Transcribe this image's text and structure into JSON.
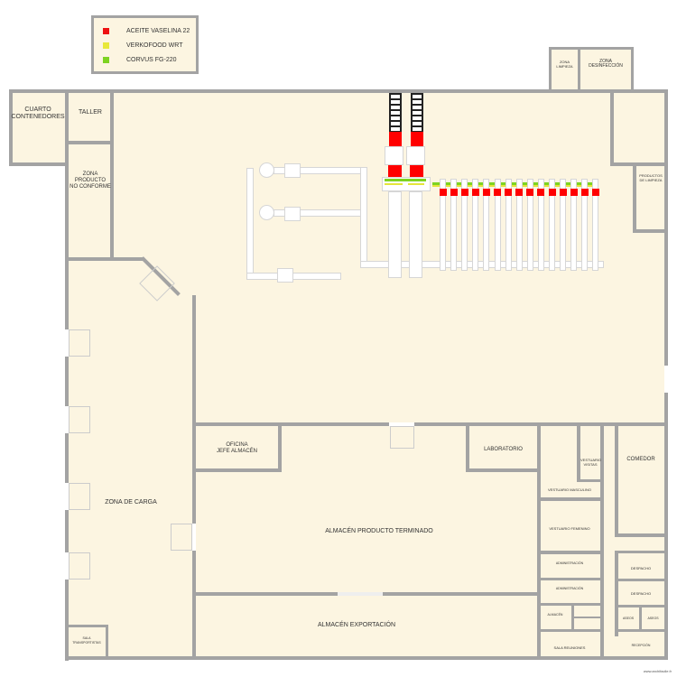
{
  "legend": {
    "items": [
      {
        "label": "ACEITE VASELINA 22",
        "color": "#ee1111"
      },
      {
        "label": "VERKOFOOD WRT",
        "color": "#e8e83a"
      },
      {
        "label": "CORVUS FG-220",
        "color": "#7ed321"
      }
    ]
  },
  "rooms": {
    "cuarto_contenedores": "CUARTO\nCONTENEDORES",
    "taller": "TALLER",
    "zona_producto_no_conforme": "ZONA\nPRODUCTO\nNO CONFORME",
    "zona_limpieza": "ZONA\nLIMPIEZA",
    "zona_desinfeccion": "ZONA\nDESINFECCIÓN",
    "productos_limpieza": "PRODUCTOS\nDE LIMPIEZA",
    "zona_de_carga": "ZONA DE CARGA",
    "oficina_jefe_almacen": "OFICINA\nJEFE ALMACÉN",
    "laboratorio": "LABORATORIO",
    "almacen_producto_terminado": "ALMACÉN PRODUCTO TERMINADO",
    "almacen_exportacion": "ALMACÉN EXPORTACIÓN",
    "vestuario_visitas": "VESTUARIO\nVISITAS",
    "vestuario_masculino": "VESTUARIO MASCULINO",
    "vestuario_femenino": "VESTUARIO FEMENINO",
    "comedor": "COMEDOR",
    "administracion_1": "ADMINISTRACIÓN",
    "administracion_2": "ADMINISTRACIÓN",
    "despacho_1": "DESPACHO",
    "despacho_2": "DESPACHO",
    "almacen_small": "ALMACÉN",
    "aseo_1": "ASEOS",
    "aseo_2": "ASEOS",
    "sala_reuniones": "SALA REUNIONES",
    "recepcion": "RECEPCIÓN",
    "sala_transportistas": "SALA\nTRANSPORTISTAS"
  },
  "watermark": "www.archifacile.fr"
}
